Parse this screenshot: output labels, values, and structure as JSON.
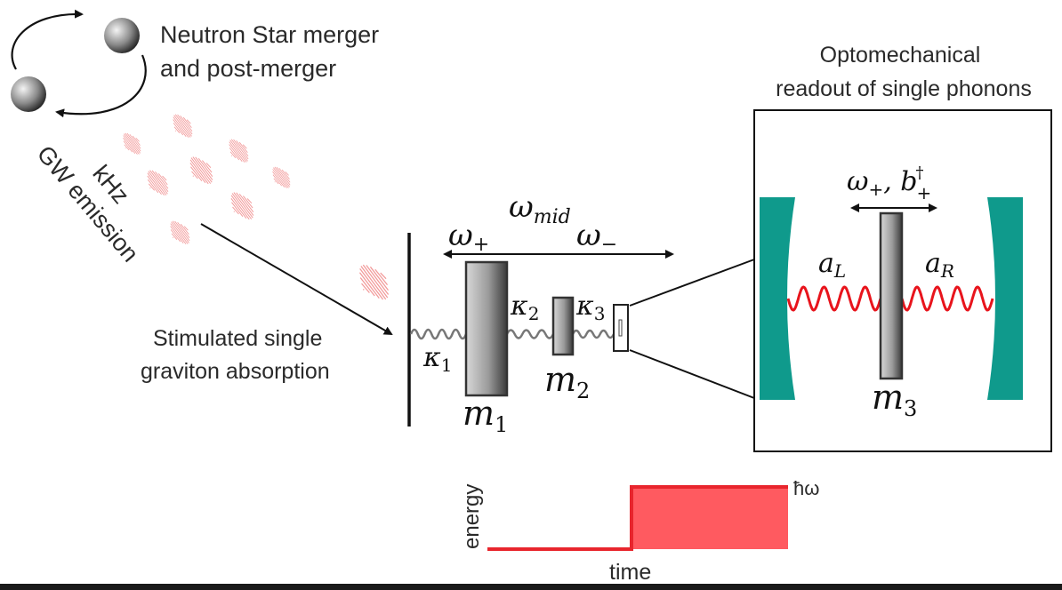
{
  "source": {
    "title_line1": "Neutron Star merger",
    "title_line2": "and post-merger",
    "emission_line1": "kHz",
    "emission_line2": "GW emission"
  },
  "absorption": {
    "line1": "Stimulated single",
    "line2": "graviton absorption"
  },
  "oscillator": {
    "omega_plus": "ω",
    "omega_plus_sub": "+",
    "omega_mid": "ω",
    "omega_mid_sub": "mid",
    "omega_minus": "ω",
    "omega_minus_sub": "−",
    "kappa1": "κ",
    "kappa1_sub": "1",
    "kappa2": "κ",
    "kappa2_sub": "2",
    "kappa3": "κ",
    "kappa3_sub": "3",
    "m1": "m",
    "m1_sub": "1",
    "m2": "m",
    "m2_sub": "2"
  },
  "readout": {
    "title_line1": "Optomechanical",
    "title_line2": "readout of single phonons",
    "omega_b": "ω",
    "omega_b_sub": "+",
    "comma": ", b",
    "b_sub": "+",
    "b_sup": "†",
    "aL": "a",
    "aL_sub": "L",
    "aR": "a",
    "aR_sub": "R",
    "m3": "m",
    "m3_sub": "3"
  },
  "energy_plot": {
    "ylabel": "energy",
    "xlabel": "time",
    "level_label": "ħω"
  },
  "colors": {
    "mirror": "#0f9a8c",
    "wave": "#e8141c",
    "gw_blob": "#f29a9a",
    "energy_fill": "#ff5a60",
    "energy_line": "#e8252d"
  }
}
